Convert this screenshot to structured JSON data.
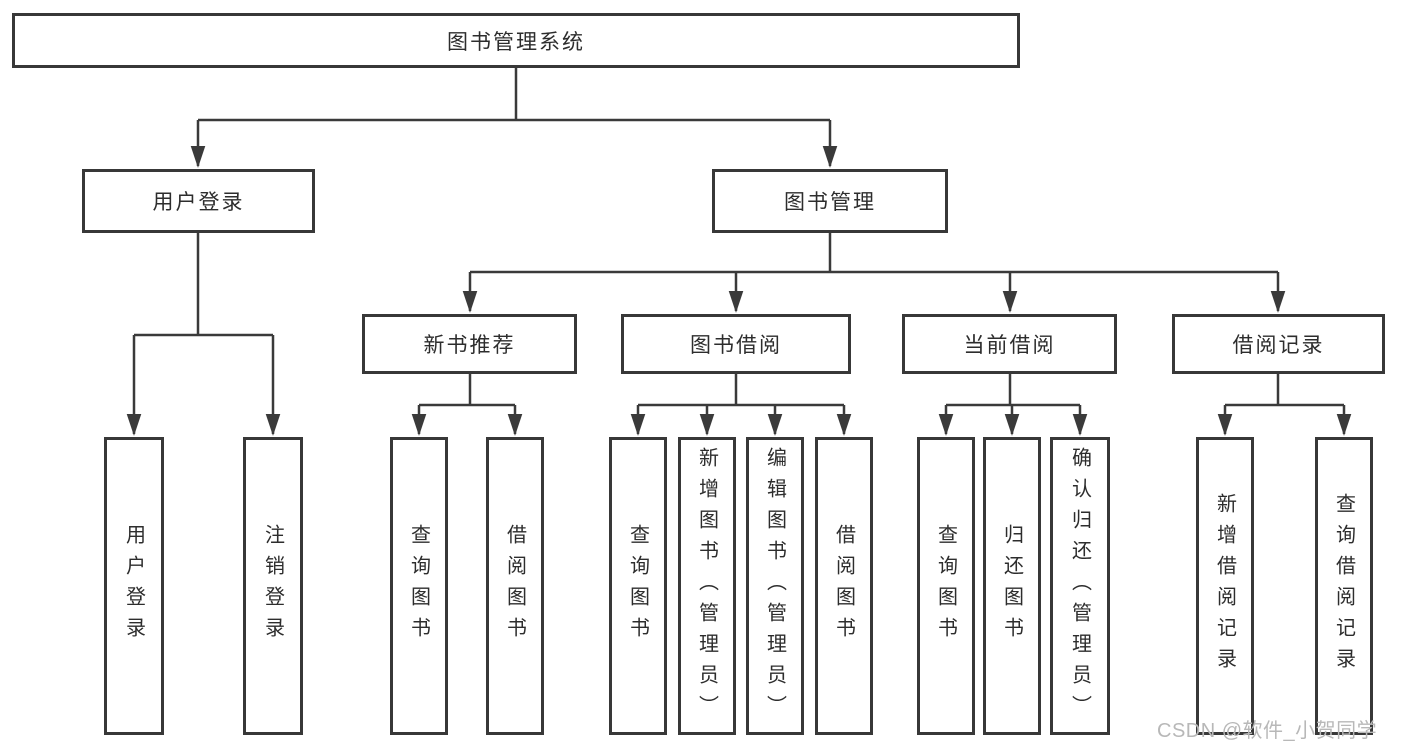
{
  "diagram": {
    "type": "hierarchy",
    "nodes": {
      "root": {
        "label": "图书管理系统"
      },
      "user_login": {
        "label": "用户登录"
      },
      "book_mgmt": {
        "label": "图书管理"
      },
      "new_book_rec": {
        "label": "新书推荐"
      },
      "book_borrow": {
        "label": "图书借阅"
      },
      "current_borrow": {
        "label": "当前借阅"
      },
      "borrow_record": {
        "label": "借阅记录"
      },
      "leaf_user_login": {
        "label": "用户登录"
      },
      "leaf_logout": {
        "label": "注销登录"
      },
      "leaf_nbr_query": {
        "label": "查询图书"
      },
      "leaf_nbr_borrow": {
        "label": "借阅图书"
      },
      "leaf_bb_query": {
        "label": "查询图书"
      },
      "leaf_bb_add": {
        "label": "新增图书（管理员）"
      },
      "leaf_bb_edit": {
        "label": "编辑图书（管理员）"
      },
      "leaf_bb_borrow": {
        "label": "借阅图书"
      },
      "leaf_cb_query": {
        "label": "查询图书"
      },
      "leaf_cb_return": {
        "label": "归还图书"
      },
      "leaf_cb_confirm": {
        "label": "确认归还（管理员）"
      },
      "leaf_br_add": {
        "label": "新增借阅记录"
      },
      "leaf_br_query": {
        "label": "查询借阅记录"
      }
    },
    "hierarchy": {
      "图书管理系统": [
        "用户登录",
        "图书管理"
      ],
      "用户登录": [
        "用户登录",
        "注销登录"
      ],
      "图书管理": [
        "新书推荐",
        "图书借阅",
        "当前借阅",
        "借阅记录"
      ],
      "新书推荐": [
        "查询图书",
        "借阅图书"
      ],
      "图书借阅": [
        "查询图书",
        "新增图书（管理员）",
        "编辑图书（管理员）",
        "借阅图书"
      ],
      "当前借阅": [
        "查询图书",
        "归还图书",
        "确认归还（管理员）"
      ],
      "借阅记录": [
        "新增借阅记录",
        "查询借阅记录"
      ]
    },
    "colors": {
      "line": "#3a3a3a",
      "border": "#383838",
      "text": "#2d2d2d",
      "background": "#ffffff",
      "watermark": "#b8b8b8"
    }
  },
  "watermark": {
    "text": "CSDN @软件_小贺同学"
  }
}
